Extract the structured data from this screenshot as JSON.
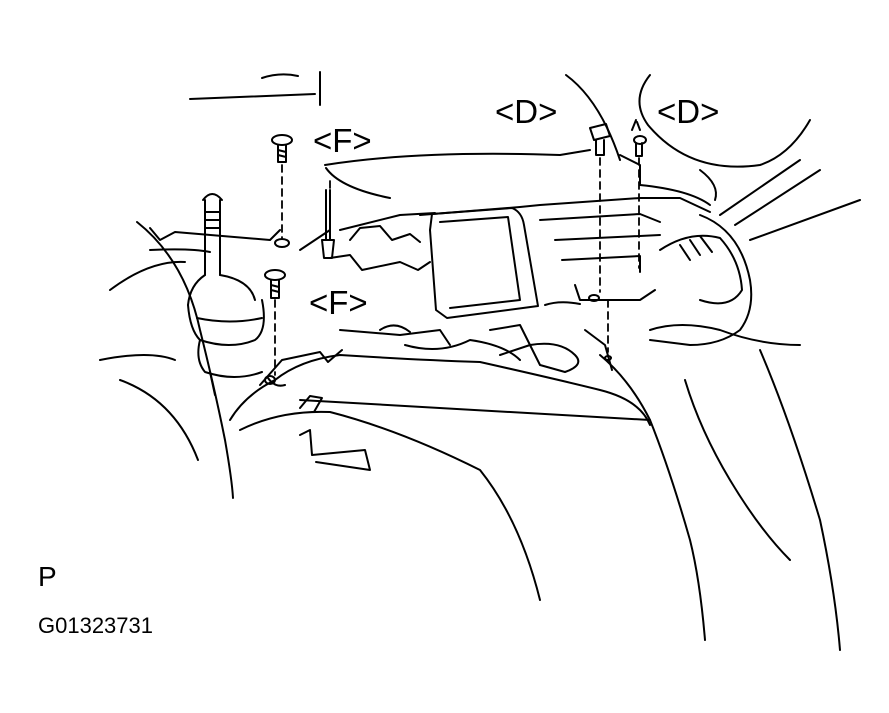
{
  "callouts": {
    "f_top": "<F>",
    "f_mid": "<F>",
    "d_left": "<D>",
    "d_right": "<D>"
  },
  "view_marker": "P",
  "figure_id": "G01323731"
}
